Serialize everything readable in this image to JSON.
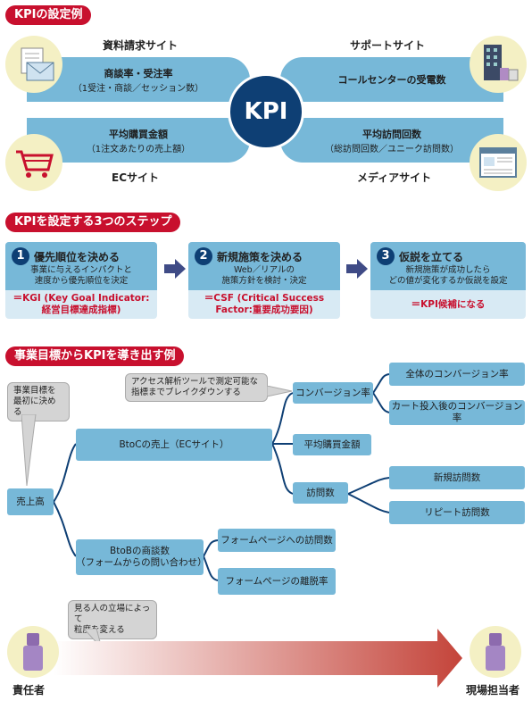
{
  "section1": {
    "header": "KPIの設定例",
    "center": "KPI",
    "request_site": {
      "title": "資料請求サイト",
      "line1": "商談率・受注率",
      "line2": "（1受注・商談／セッション数）"
    },
    "support_site": {
      "title": "サポートサイト",
      "line1": "コールセンターの受電数"
    },
    "ec_site": {
      "title": "ECサイト",
      "line1": "平均購買金額",
      "line2": "（1注文あたりの売上額）"
    },
    "media_site": {
      "title": "メディアサイト",
      "line1": "平均訪問回数",
      "line2": "（総訪問回数／ユニーク訪問数）"
    }
  },
  "section2": {
    "header": "KPIを設定する3つのステップ",
    "steps": [
      {
        "num": "1",
        "title": "優先順位を決める",
        "desc1": "事業に与えるインパクトと",
        "desc2": "速度から優先順位を決定",
        "result1": "＝KGI (Key Goal Indicator:",
        "result2": "経営目標達成指標)"
      },
      {
        "num": "2",
        "title": "新規施策を決める",
        "desc1": "Web／リアルの",
        "desc2": "施策方針を検討・決定",
        "result1": "＝CSF (Critical Success",
        "result2": "Factor:重要成功要因)"
      },
      {
        "num": "3",
        "title": "仮説を立てる",
        "desc1": "新規施策が成功したら",
        "desc2": "どの値が変化するか仮説を設定",
        "result1": "＝KPI候補になる",
        "result2": ""
      }
    ]
  },
  "section3": {
    "header": "事業目標からKPIを導き出す例",
    "bubble_goal1": "事業目標を",
    "bubble_goal2": "最初に決める",
    "bubble_tool1": "アクセス解析ツールで測定可能な",
    "bubble_tool2": "指標までブレイクダウンする",
    "root": "売上高",
    "btoc": "BtoCの売上（ECサイト）",
    "btob1": "BtoBの商談数",
    "btob2": "（フォームからの問い合わせ）",
    "conversion": "コンバージョン率",
    "avg_purchase": "平均購買金額",
    "visits": "訪問数",
    "overall_cv": "全体のコンバージョン率",
    "cart_cv": "カート投入後のコンバージョン率",
    "new_visits": "新規訪問数",
    "repeat_visits": "リピート訪問数",
    "form_visits": "フォームページへの訪問数",
    "form_exit": "フォームページの離脱率",
    "bubble_view1": "見る人の立場によって",
    "bubble_view2": "粒度を変える",
    "responsible": "責任者",
    "field_lead": "現場担当者"
  },
  "colors": {
    "accent_red": "#c8102e",
    "box_blue": "#77b8d8",
    "navy": "#0e3f74"
  }
}
